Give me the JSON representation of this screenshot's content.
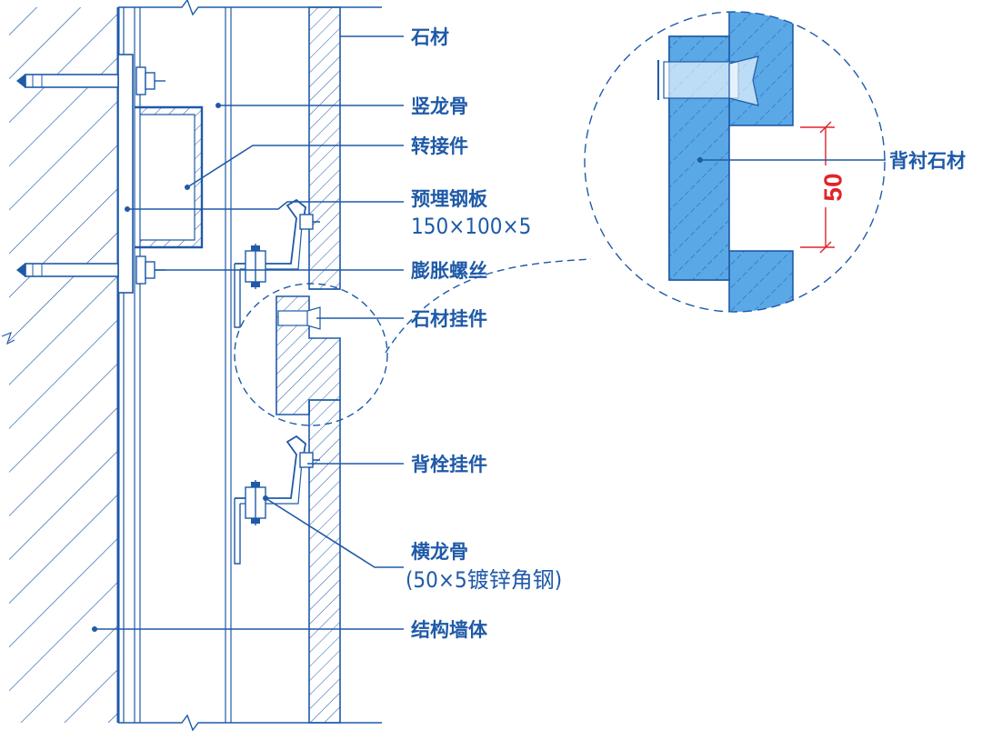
{
  "labels": {
    "stone": "石材",
    "vertical_keel": "竖龙骨",
    "adapter": "转接件",
    "embedded_plate": "预埋钢板",
    "embedded_plate_size": "150×100×5",
    "expansion_bolt": "膨胀螺丝",
    "stone_hanger": "石材挂件",
    "back_bolt_hanger": "背栓挂件",
    "horizontal_keel": "横龙骨",
    "horizontal_keel_spec": "(50×5镀锌角钢)",
    "structural_wall": "结构墙体",
    "back_lining_stone": "背衬石材"
  },
  "dimension": {
    "value": "50"
  },
  "colors": {
    "line": "#1f5aa8",
    "stone_fill": "#5aa8e6",
    "dimension": "#e0242b"
  }
}
